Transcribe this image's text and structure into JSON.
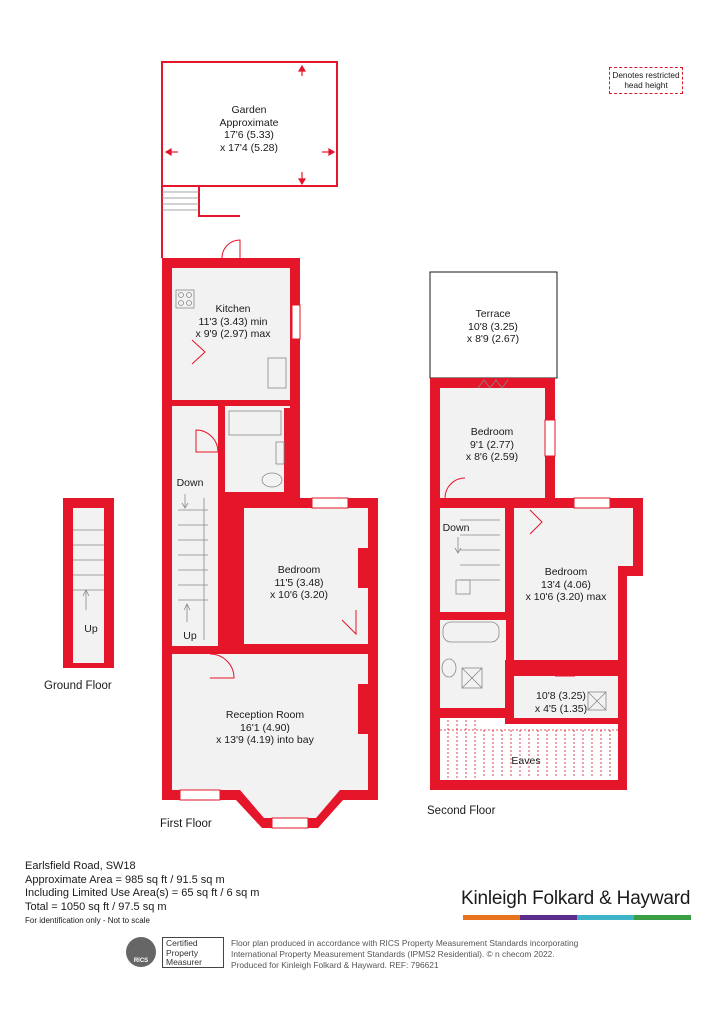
{
  "legend": {
    "text_line1": "Denotes restricted",
    "text_line2": "head height"
  },
  "rooms": {
    "garden": {
      "l1": "Garden",
      "l2": "Approximate",
      "l3": "17'6 (5.33)",
      "l4": "x 17'4 (5.28)"
    },
    "kitchen": {
      "l1": "Kitchen",
      "l2": "11'3 (3.43) min",
      "l3": "x 9'9 (2.97) max"
    },
    "bedroom1": {
      "l1": "Bedroom",
      "l2": "11'5 (3.48)",
      "l3": "x 10'6 (3.20)"
    },
    "reception": {
      "l1": "Reception Room",
      "l2": "16'1 (4.90)",
      "l3": "x 13'9 (4.19) into bay"
    },
    "terrace": {
      "l1": "Terrace",
      "l2": "10'8 (3.25)",
      "l3": "x 8'9 (2.67)"
    },
    "bedroom2": {
      "l1": "Bedroom",
      "l2": "9'1 (2.77)",
      "l3": "x 8'6 (2.59)"
    },
    "bedroom3": {
      "l1": "Bedroom",
      "l2": "13'4 (4.06)",
      "l3": "x 10'6 (3.20) max"
    },
    "small": {
      "l1": "10'8 (3.25)",
      "l2": "x 4'5 (1.35)"
    },
    "eaves": "Eaves"
  },
  "stairs": {
    "down1": "Down",
    "up1": "Up",
    "up2": "Up",
    "down2": "Down"
  },
  "floors": {
    "ground": "Ground Floor",
    "first": "First Floor",
    "second": "Second Floor"
  },
  "info": {
    "address": "Earlsfield Road, SW18",
    "area": "Approximate Area = 985 sq ft / 91.5 sq m",
    "limited": "Including Limited Use Area(s) = 65 sq ft / 6 sq m",
    "total": "Total = 1050 sq ft / 97.5 sq m",
    "disclaimer": "For identification only - Not to scale"
  },
  "brand": {
    "name": "Kinleigh Folkard & Hayward",
    "colors": [
      "#e8731e",
      "#5a2d8c",
      "#3fb4c8",
      "#3a9e45"
    ]
  },
  "rics": {
    "logo": "RICS",
    "l1": "Certified",
    "l2": "Property",
    "l3": "Measurer"
  },
  "notes": {
    "l1": "Floor plan produced in accordance with RICS Property Measurement Standards incorporating",
    "l2": "International Property Measurement Standards (IPMS2 Residential). © n checom 2022.",
    "l3": "Produced for Kinleigh Folkard & Hayward.   REF: 796621"
  },
  "colors": {
    "wall": "#e5152a",
    "floor": "#f2f2f2"
  }
}
